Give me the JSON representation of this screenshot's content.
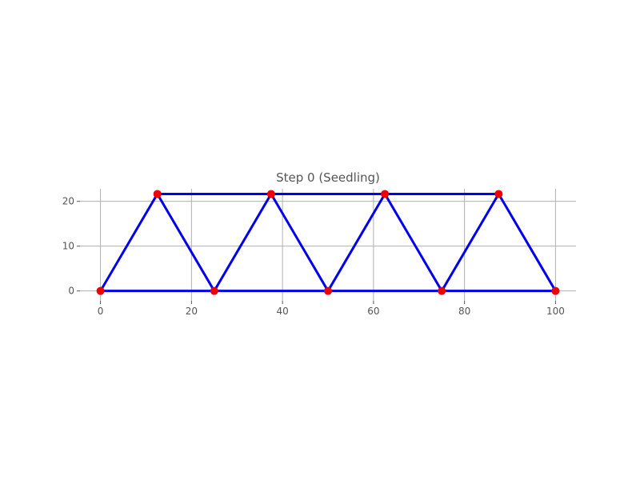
{
  "chart_data": {
    "type": "line",
    "title": "Step 0 (Seedling)",
    "xlabel": "",
    "ylabel": "",
    "xlim": [
      -4.5,
      104.5
    ],
    "ylim": [
      -2.2,
      22.8
    ],
    "grid": true,
    "x_ticks": [
      0,
      20,
      40,
      60,
      80,
      100
    ],
    "y_ticks": [
      0,
      10,
      20
    ],
    "nodes": [
      {
        "x": 0,
        "y": 0
      },
      {
        "x": 12.5,
        "y": 21.65
      },
      {
        "x": 25,
        "y": 0
      },
      {
        "x": 37.5,
        "y": 21.65
      },
      {
        "x": 50,
        "y": 0
      },
      {
        "x": 62.5,
        "y": 21.65
      },
      {
        "x": 75,
        "y": 0
      },
      {
        "x": 87.5,
        "y": 21.65
      },
      {
        "x": 100,
        "y": 0
      }
    ],
    "members": [
      [
        0,
        2
      ],
      [
        2,
        4
      ],
      [
        4,
        6
      ],
      [
        6,
        8
      ],
      [
        1,
        3
      ],
      [
        3,
        5
      ],
      [
        5,
        7
      ],
      [
        0,
        1
      ],
      [
        1,
        2
      ],
      [
        2,
        3
      ],
      [
        3,
        4
      ],
      [
        4,
        5
      ],
      [
        5,
        6
      ],
      [
        6,
        7
      ],
      [
        7,
        8
      ]
    ],
    "member_color": "#0000ee",
    "node_color": "#ee0000"
  }
}
